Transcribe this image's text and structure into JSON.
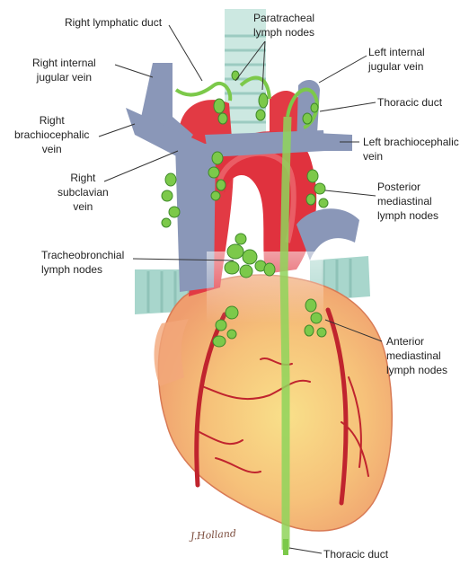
{
  "labels": {
    "right_lymphatic_duct": "Right lymphatic duct",
    "paratracheal_lymph_nodes": "Paratracheal\nlymph nodes",
    "right_internal_jugular_vein": "Right internal\njugular vein",
    "left_internal_jugular_vein": "Left internal\njugular vein",
    "thoracic_duct_top": "Thoracic duct",
    "right_brachiocephalic_vein": "Right\nbrachiocephalic\nvein",
    "left_brachiocephalic_vein": "Left brachiocephalic\nvein",
    "right_subclavian_vein": "Right\nsubclavian\nvein",
    "posterior_mediastinal_lymph_nodes": "Posterior\nmediastinal\nlymph nodes",
    "tracheobronchial_lymph_nodes": "Tracheobronchial\nlymph nodes",
    "anterior_mediastinal_lymph_nodes": "Anterior\nmediastinal\nlymph nodes",
    "thoracic_duct_bottom": "Thoracic duct"
  },
  "signature": "J.Holland",
  "colors": {
    "vein": "#8a97b8",
    "artery": "#e0323e",
    "heart": "#f4b27c",
    "heart_highlight": "#f8d67a",
    "lymph": "#7cc94a",
    "lymph_dark": "#3f8a2a",
    "trachea": "#a8d6cc",
    "coronary": "#c0242e"
  }
}
